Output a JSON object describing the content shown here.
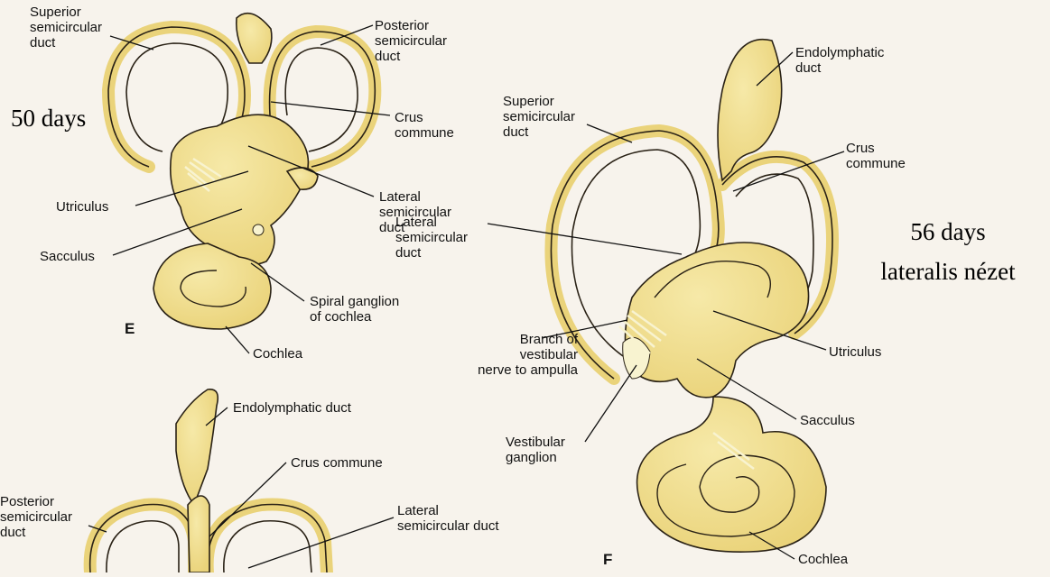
{
  "colors": {
    "tissue_fill": "#ead37a",
    "tissue_dark": "#cfae4b",
    "tissue_light": "#f6e9a8",
    "outline": "#2a2216",
    "nerve": "#f8f3d0",
    "page_bg": "#f7f3ec"
  },
  "annotations": {
    "age_e": "50 days",
    "age_f": "56 days",
    "view_f": "lateralis nézet"
  },
  "panel_e": {
    "letter": "E",
    "superior_semicircular_duct": "Superior\nsemicircular\nduct",
    "posterior_semicircular_duct": "Posterior\nsemicircular\nduct",
    "crus_commune": "Crus\ncommune",
    "lateral_semicircular_duct": "Lateral\nsemicircular\nduct",
    "utriculus": "Utriculus",
    "sacculus": "Sacculus",
    "spiral_ganglion": "Spiral ganglion\nof cochlea",
    "cochlea": "Cochlea"
  },
  "panel_lower": {
    "endolymphatic_duct": "Endolymphatic duct",
    "crus_commune": "Crus commune",
    "posterior_semicircular_duct": "Posterior\nsemicircular\nduct",
    "lateral_semicircular_duct": "Lateral\nsemicircular duct"
  },
  "panel_f": {
    "letter": "F",
    "endolymphatic_duct": "Endolymphatic\nduct",
    "superior_semicircular_duct": "Superior\nsemicircular\nduct",
    "crus_commune": "Crus\ncommune",
    "lateral_semicircular_duct": "Lateral\nsemicircular\nduct",
    "branch_of_vestibular_nerve": "Branch of\nvestibular\nnerve to ampulla",
    "utriculus": "Utriculus",
    "sacculus": "Sacculus",
    "vestibular_ganglion": "Vestibular\nganglion",
    "cochlea": "Cochlea"
  }
}
